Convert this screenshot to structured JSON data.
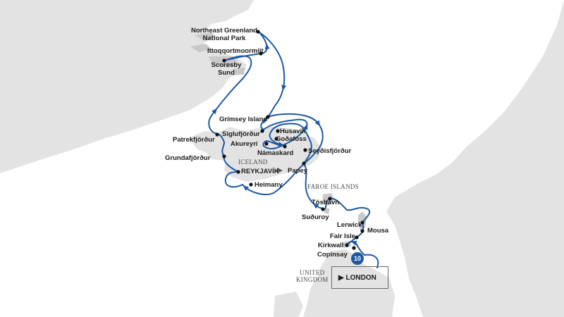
{
  "colors": {
    "sea": "#ffffff",
    "land": "#e3e3e3",
    "land_dark": "#c9c9c9",
    "route": "#1e5aa3",
    "port": "#111111",
    "badge": "#1e5aa3"
  },
  "regions": {
    "iceland": "ICELAND",
    "faroe": "FAROE ISLANDS",
    "uk": "UNITED\nKINGDOM"
  },
  "ports": [
    {
      "id": "northeast-greenland",
      "label": "Northeast Greenland\nNational Park"
    },
    {
      "id": "ittoqqortoormiit",
      "label": "Ittoqqortmoormiit"
    },
    {
      "id": "scoresby-sund",
      "label": "Scoresby\nSund"
    },
    {
      "id": "grimsey",
      "label": "Grímsey Island"
    },
    {
      "id": "siglufjordur",
      "label": "Siglufjörður"
    },
    {
      "id": "husavik",
      "label": "Husavík"
    },
    {
      "id": "godafoss",
      "label": "Goðafoss"
    },
    {
      "id": "akureyri",
      "label": "Akureyri"
    },
    {
      "id": "namaskard",
      "label": "Námaskard"
    },
    {
      "id": "seydisfjordur",
      "label": "Seyðisfjörður"
    },
    {
      "id": "patreksfjordur",
      "label": "Patrekfjörður"
    },
    {
      "id": "grundarfjordur",
      "label": "Grundafjörður"
    },
    {
      "id": "reykjavik",
      "label": "REYKJAVÍK"
    },
    {
      "id": "papey",
      "label": "Papey"
    },
    {
      "id": "heimaey",
      "label": "Heimany"
    },
    {
      "id": "torshavn",
      "label": "Tóshavn"
    },
    {
      "id": "suduroy",
      "label": "Suðuroy"
    },
    {
      "id": "lerwick",
      "label": "Lerwick"
    },
    {
      "id": "mousa",
      "label": "Mousa"
    },
    {
      "id": "fair-isle",
      "label": "Fair Isle"
    },
    {
      "id": "kirkwall",
      "label": "Kirkwall"
    },
    {
      "id": "copinsay",
      "label": "Copinsay"
    }
  ],
  "start": {
    "label": "LONDON"
  },
  "badge": {
    "label": "10"
  },
  "icons": {
    "start": "play-triangle-icon",
    "direction": "route-arrow-icon",
    "port": "port-dot-icon"
  }
}
